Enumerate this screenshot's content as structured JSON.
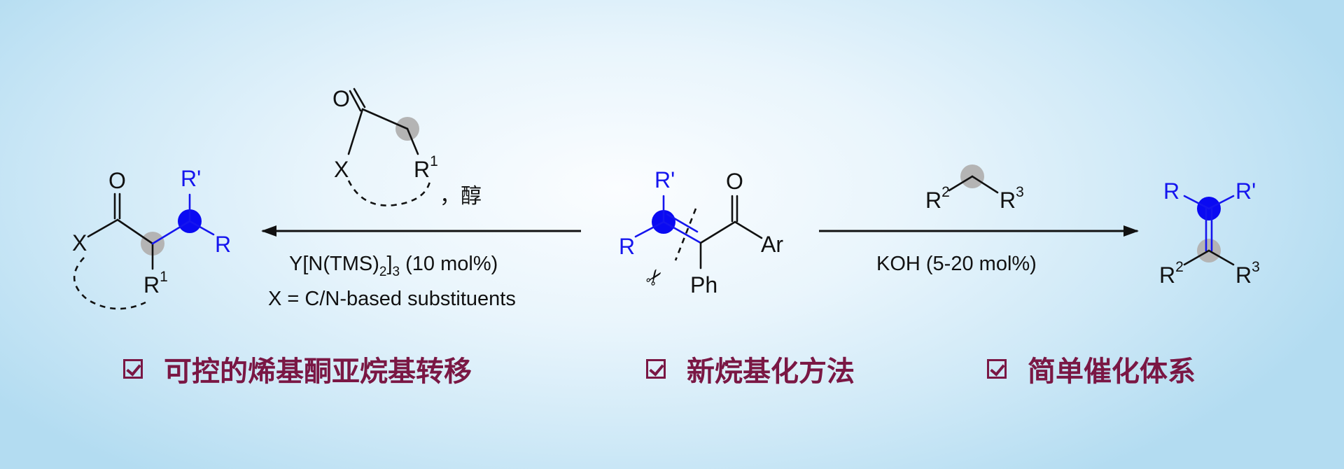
{
  "scheme": {
    "left_reagent": {
      "atoms": [
        "O",
        "X",
        "R",
        "1"
      ],
      "solvent": "，醇"
    },
    "left_conditions": {
      "catalyst_pre": "Y[N(TMS)",
      "catalyst_sub1": "2",
      "catalyst_mid": "]",
      "catalyst_sub2": "3",
      "catalyst_post": " (10 mol%)",
      "note": "X = C/N-based substituents"
    },
    "left_product": {
      "atoms": [
        "O",
        "X",
        "R",
        "1",
        "R'",
        "R"
      ]
    },
    "center_substrate": {
      "atoms": [
        "R'",
        "R",
        "O",
        "Ar",
        "Ph"
      ],
      "scissors_symbol": "✂"
    },
    "right_reagent": {
      "atoms": [
        "R",
        "2",
        "R",
        "3"
      ]
    },
    "right_conditions": {
      "catalyst": "KOH (5-20 mol%)"
    },
    "right_product": {
      "atoms": [
        "R",
        "R'",
        "R",
        "2",
        "R",
        "3"
      ]
    },
    "colors": {
      "highlight_blue": "#1515ee",
      "marker_gray": "#b4b4b4",
      "feature_text": "#7a1744"
    }
  },
  "features": [
    {
      "label": "可控的烯基酮亚烷基转移"
    },
    {
      "label": "新烷基化方法"
    },
    {
      "label": "简单催化体系"
    }
  ]
}
